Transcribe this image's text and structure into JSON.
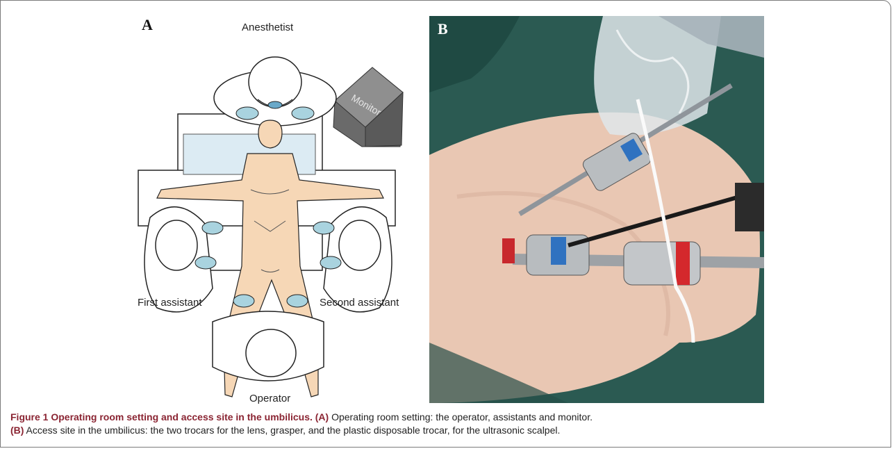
{
  "panel_a": {
    "letter": "A",
    "labels": {
      "anesthetist": "Anesthetist",
      "monitor": "Monitor",
      "first_assistant": "First assistant",
      "second_assistant": "Second assistant",
      "operator": "Operator"
    },
    "colors": {
      "skin": "#f6d7b6",
      "gloves": "#a9d3df",
      "table": "#dcebf3"
    }
  },
  "panel_b": {
    "letter": "B"
  },
  "caption": {
    "figure_title": "Figure 1 Operating room setting and access site in the umbilicus.",
    "key_a": "(A)",
    "text_a": " Operating room setting: the operator, assistants and monitor.",
    "key_b": "(B)",
    "text_b": " Access site in the umbilicus: the two trocars for the lens, grasper, and the plastic disposable trocar, for the ultrasonic scalpel."
  }
}
